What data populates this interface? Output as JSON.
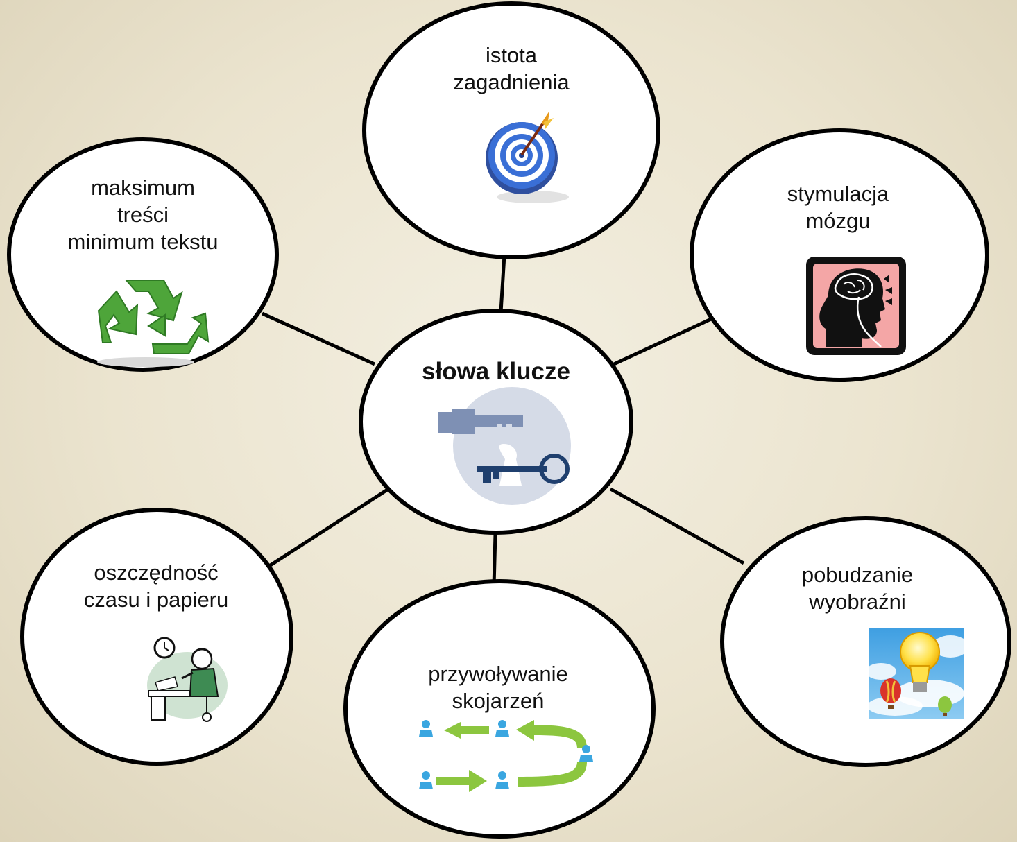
{
  "center": {
    "label": "słowa klucze",
    "icon": "key-icon"
  },
  "nodes": {
    "top": {
      "line1": "istota",
      "line2": "zagadnienia",
      "icon": "target-icon"
    },
    "upper_left": {
      "line1": "maksimum",
      "line2": "treści",
      "line3": "minimum tekstu",
      "icon": "recycle-icon"
    },
    "upper_right": {
      "line1": "stymulacja",
      "line2": "mózgu",
      "icon": "brain-head-icon"
    },
    "lower_left": {
      "line1": "oszczędność",
      "line2": "czasu i papieru",
      "icon": "office-worker-clock-icon"
    },
    "bottom": {
      "line1": "przywoływanie",
      "line2": "skojarzeń",
      "icon": "association-flow-icon"
    },
    "lower_right": {
      "line1": "pobudzanie",
      "line2": "wyobraźni",
      "icon": "lightbulb-balloons-icon"
    }
  },
  "colors": {
    "outline": "#000000",
    "node_fill": "#ffffff",
    "key_blue": "#1f3f6e",
    "target_blue": "#2f62c8",
    "recycle_green": "#4ea53a",
    "brain_pink": "#f4a6a6",
    "arrow_green": "#8cc63f",
    "person_blue": "#3aa6e0",
    "sky_blue": "#4fb4ea"
  }
}
